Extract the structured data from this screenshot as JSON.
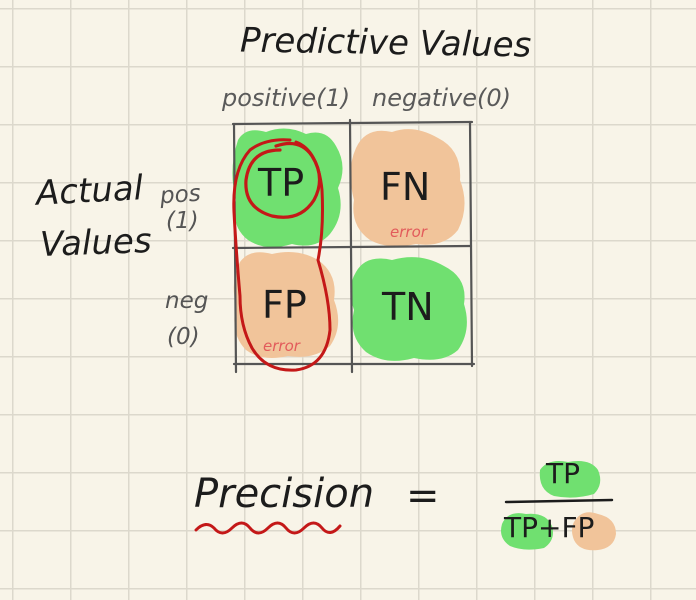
{
  "title": "Predictive Values",
  "columns": {
    "positive": "positive(1)",
    "negative": "negative(0)"
  },
  "rows_title": {
    "line1": "Actual",
    "line2": "Values"
  },
  "rows": {
    "pos_line1": "pos",
    "pos_line2": "(1)",
    "neg_line1": "neg",
    "neg_line2": "(0)"
  },
  "cells": {
    "tp": "TP",
    "fn": "FN",
    "fp": "FP",
    "tn": "TN",
    "error_fn": "error",
    "error_fp": "error"
  },
  "formula": {
    "lhs": "Precision",
    "equals": "=",
    "numerator": "TP",
    "denominator": "TP+FP"
  },
  "colors": {
    "true_cell": "#70e070",
    "false_cell": "#f1c49a",
    "circle": "#c41818",
    "error_text": "#e25b5b",
    "paper": "#f8f4e8",
    "grid": "#dcd8cc"
  }
}
